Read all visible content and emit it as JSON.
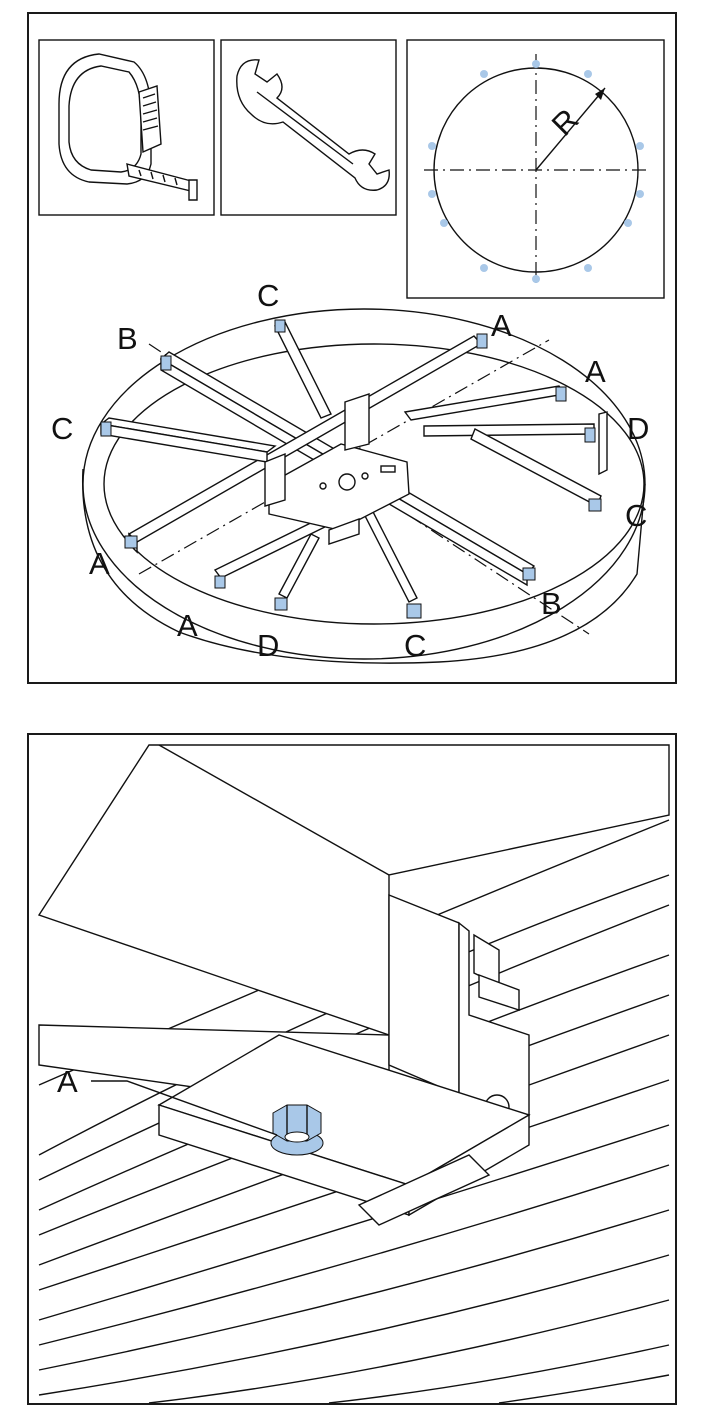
{
  "colors": {
    "accent": "#a9c8e8",
    "line": "#111111",
    "background": "#ffffff"
  },
  "top_panel": {
    "icons": {
      "tool_1": "tape-measure-icon",
      "tool_2": "wrench-icon"
    },
    "radius_label": "R",
    "labels": {
      "c_top": "C",
      "b_left": "B",
      "a_top_right": "A",
      "a_right": "A",
      "c_left": "C",
      "d_right": "D",
      "c_right": "C",
      "a_left": "A",
      "b_bottom_right": "B",
      "a_bottom": "A",
      "d_bottom": "D",
      "c_bottom": "C"
    }
  },
  "bottom_panel": {
    "label_a": "A"
  }
}
